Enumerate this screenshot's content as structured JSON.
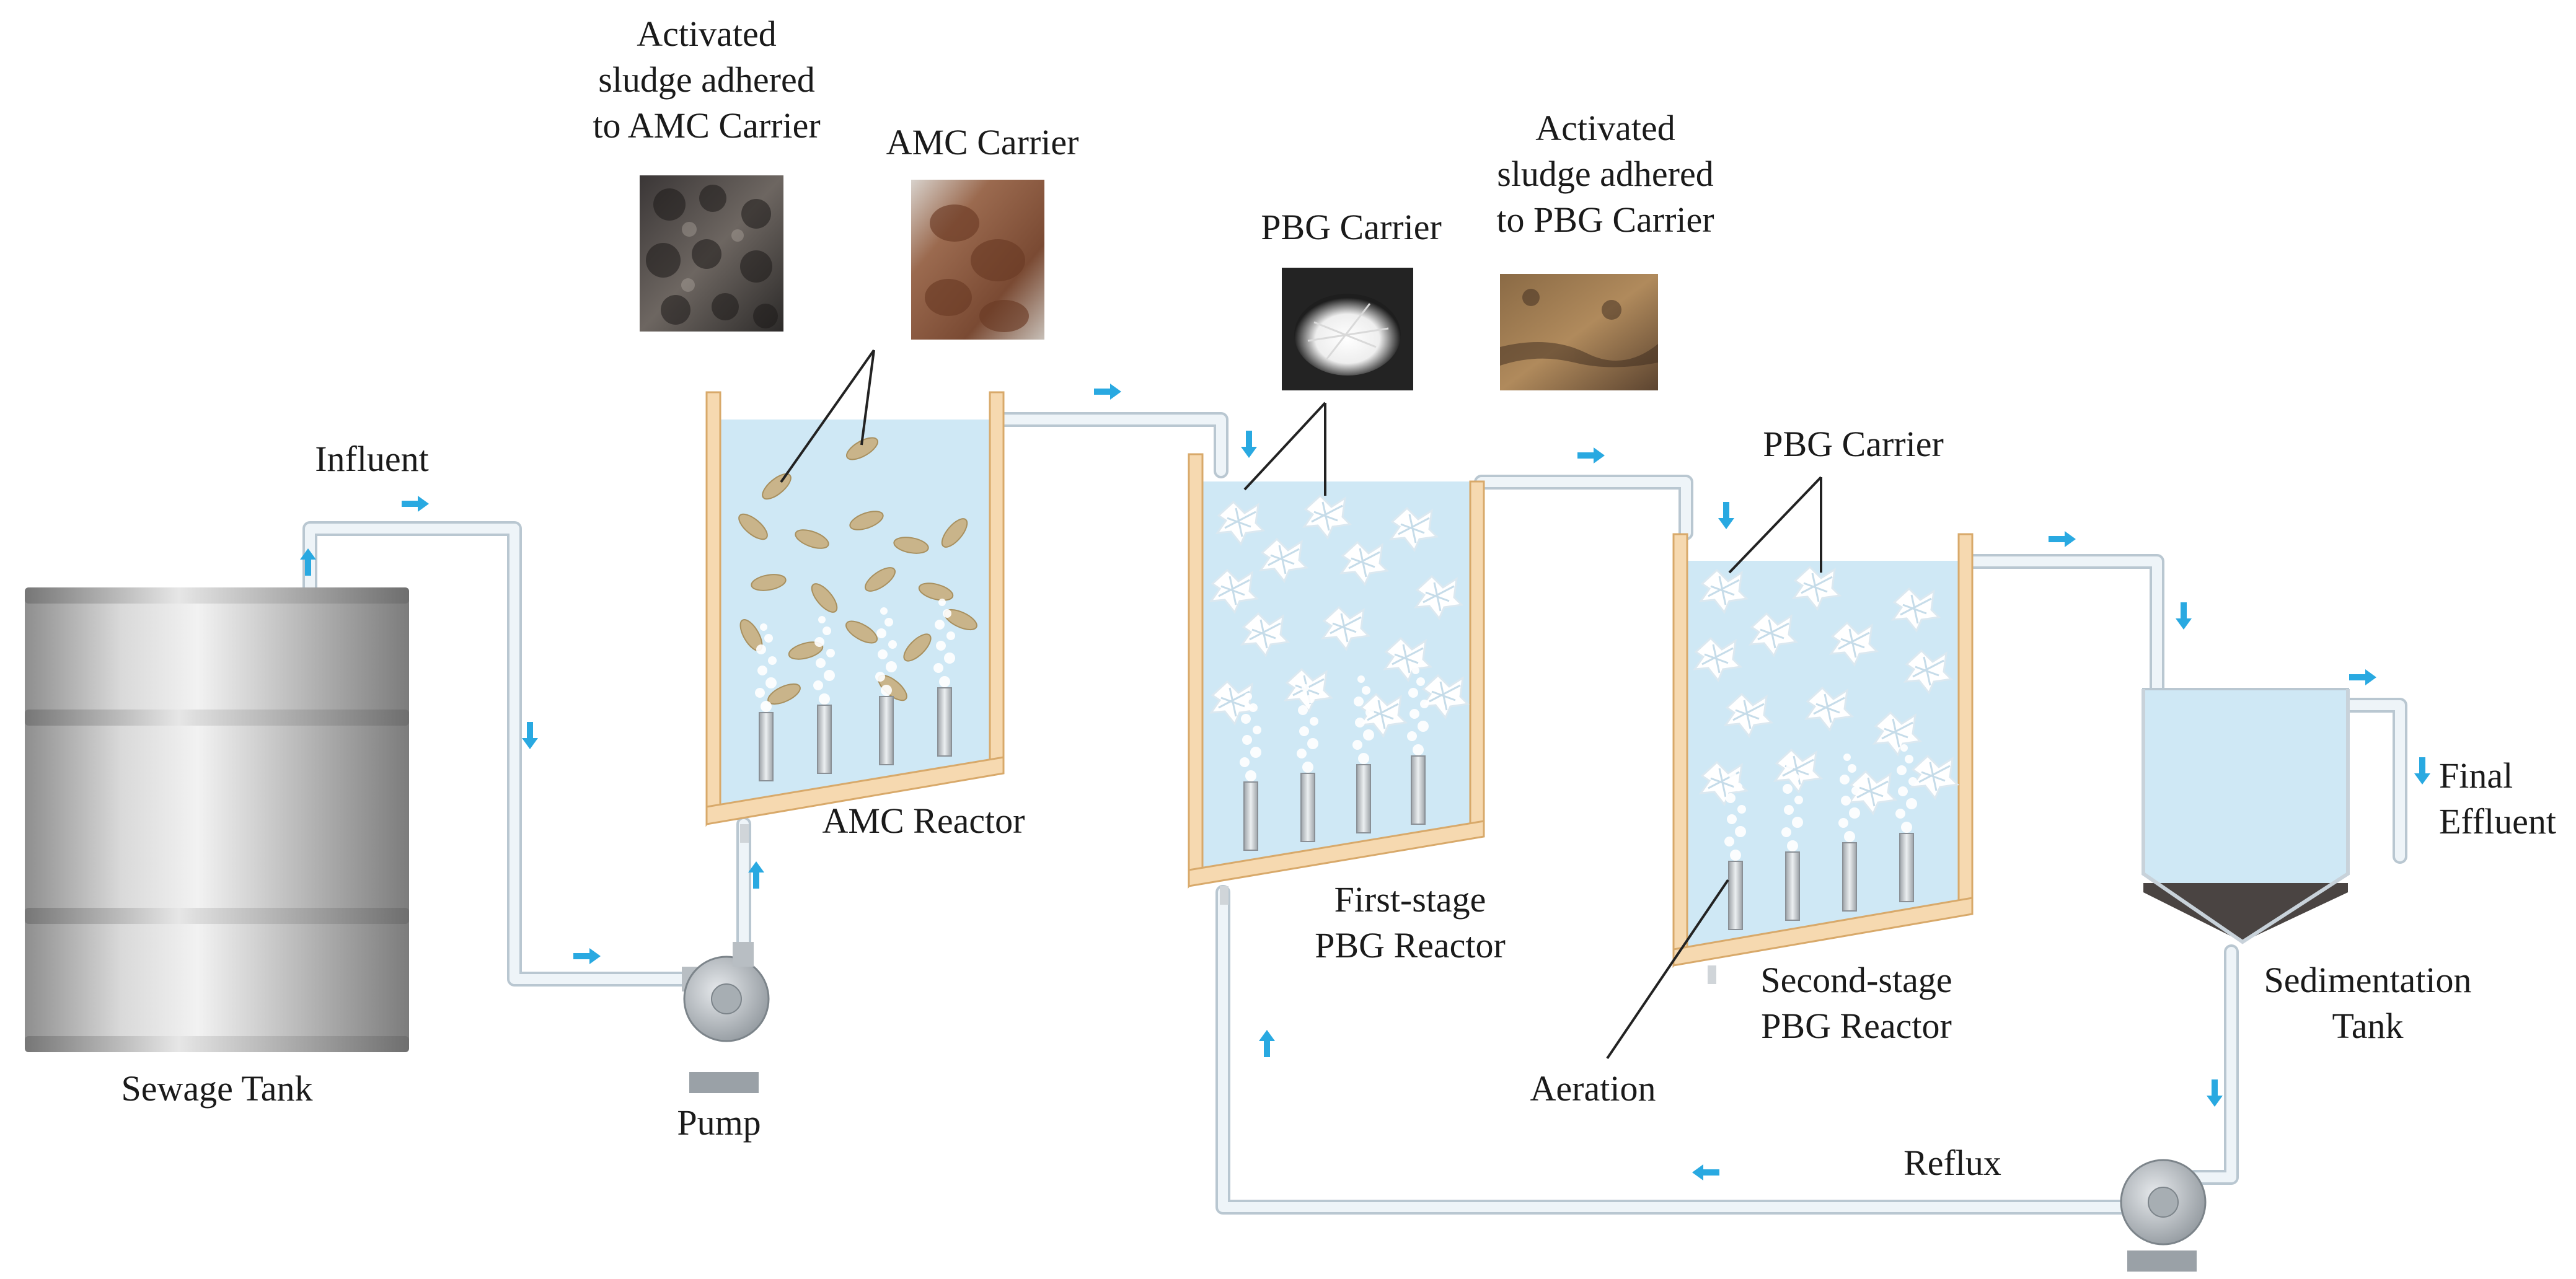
{
  "colors": {
    "water": "#cfe8f5",
    "pipe": "#eef4f8",
    "pipe_outline": "#b9c7d1",
    "arrow": "#29a9e1",
    "wall": "#f6d9b0",
    "wall_outline": "#d8a96a",
    "drum": "#b8b8b8",
    "sludge": "#5a5250",
    "amc_granule": "#c9b48a",
    "pbg_carrier": "#ffffff"
  },
  "labels": {
    "sewage_tank": "Sewage Tank",
    "pump": "Pump",
    "influent": "Influent",
    "amc_reactor": "AMC Reactor",
    "first_stage": [
      "First-stage",
      "PBG Reactor"
    ],
    "second_stage": [
      "Second-stage",
      "PBG Reactor"
    ],
    "sedimentation": [
      "Sedimentation",
      "Tank"
    ],
    "final_effluent": [
      "Final",
      "Effluent"
    ],
    "aeration": "Aeration",
    "reflux": "Reflux",
    "amc_carrier": "AMC Carrier",
    "sludge_amc": [
      "Activated",
      "sludge adhered",
      "to AMC Carrier"
    ],
    "pbg_carrier_photo": "PBG Carrier",
    "sludge_pbg": [
      "Activated",
      "sludge adhered",
      "to PBG Carrier"
    ],
    "pbg_carrier_2": "PBG Carrier"
  },
  "icons": {
    "flow_arrow": "flow-arrow-icon",
    "drum": "drum-icon",
    "pump": "pump-icon",
    "photo": "photo-icon"
  }
}
